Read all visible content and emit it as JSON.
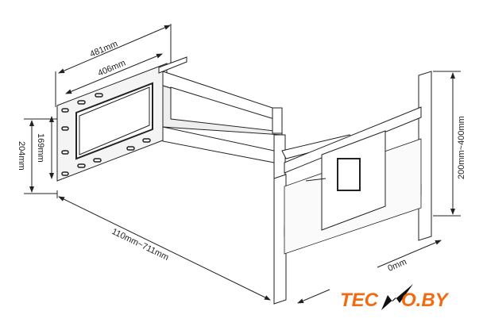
{
  "dimensions": {
    "outer_width": "481mm",
    "inner_width": "406mm",
    "outer_height": "204mm",
    "inner_height": "169mm",
    "extension": "110mm~711mm",
    "vesa_vertical": "200mm~400mm",
    "partial_bottom": "0mm"
  },
  "logo": {
    "text_left": "TEC",
    "text_right": "O.BY",
    "full": "TECNO.BY",
    "color": "#f26a12"
  }
}
